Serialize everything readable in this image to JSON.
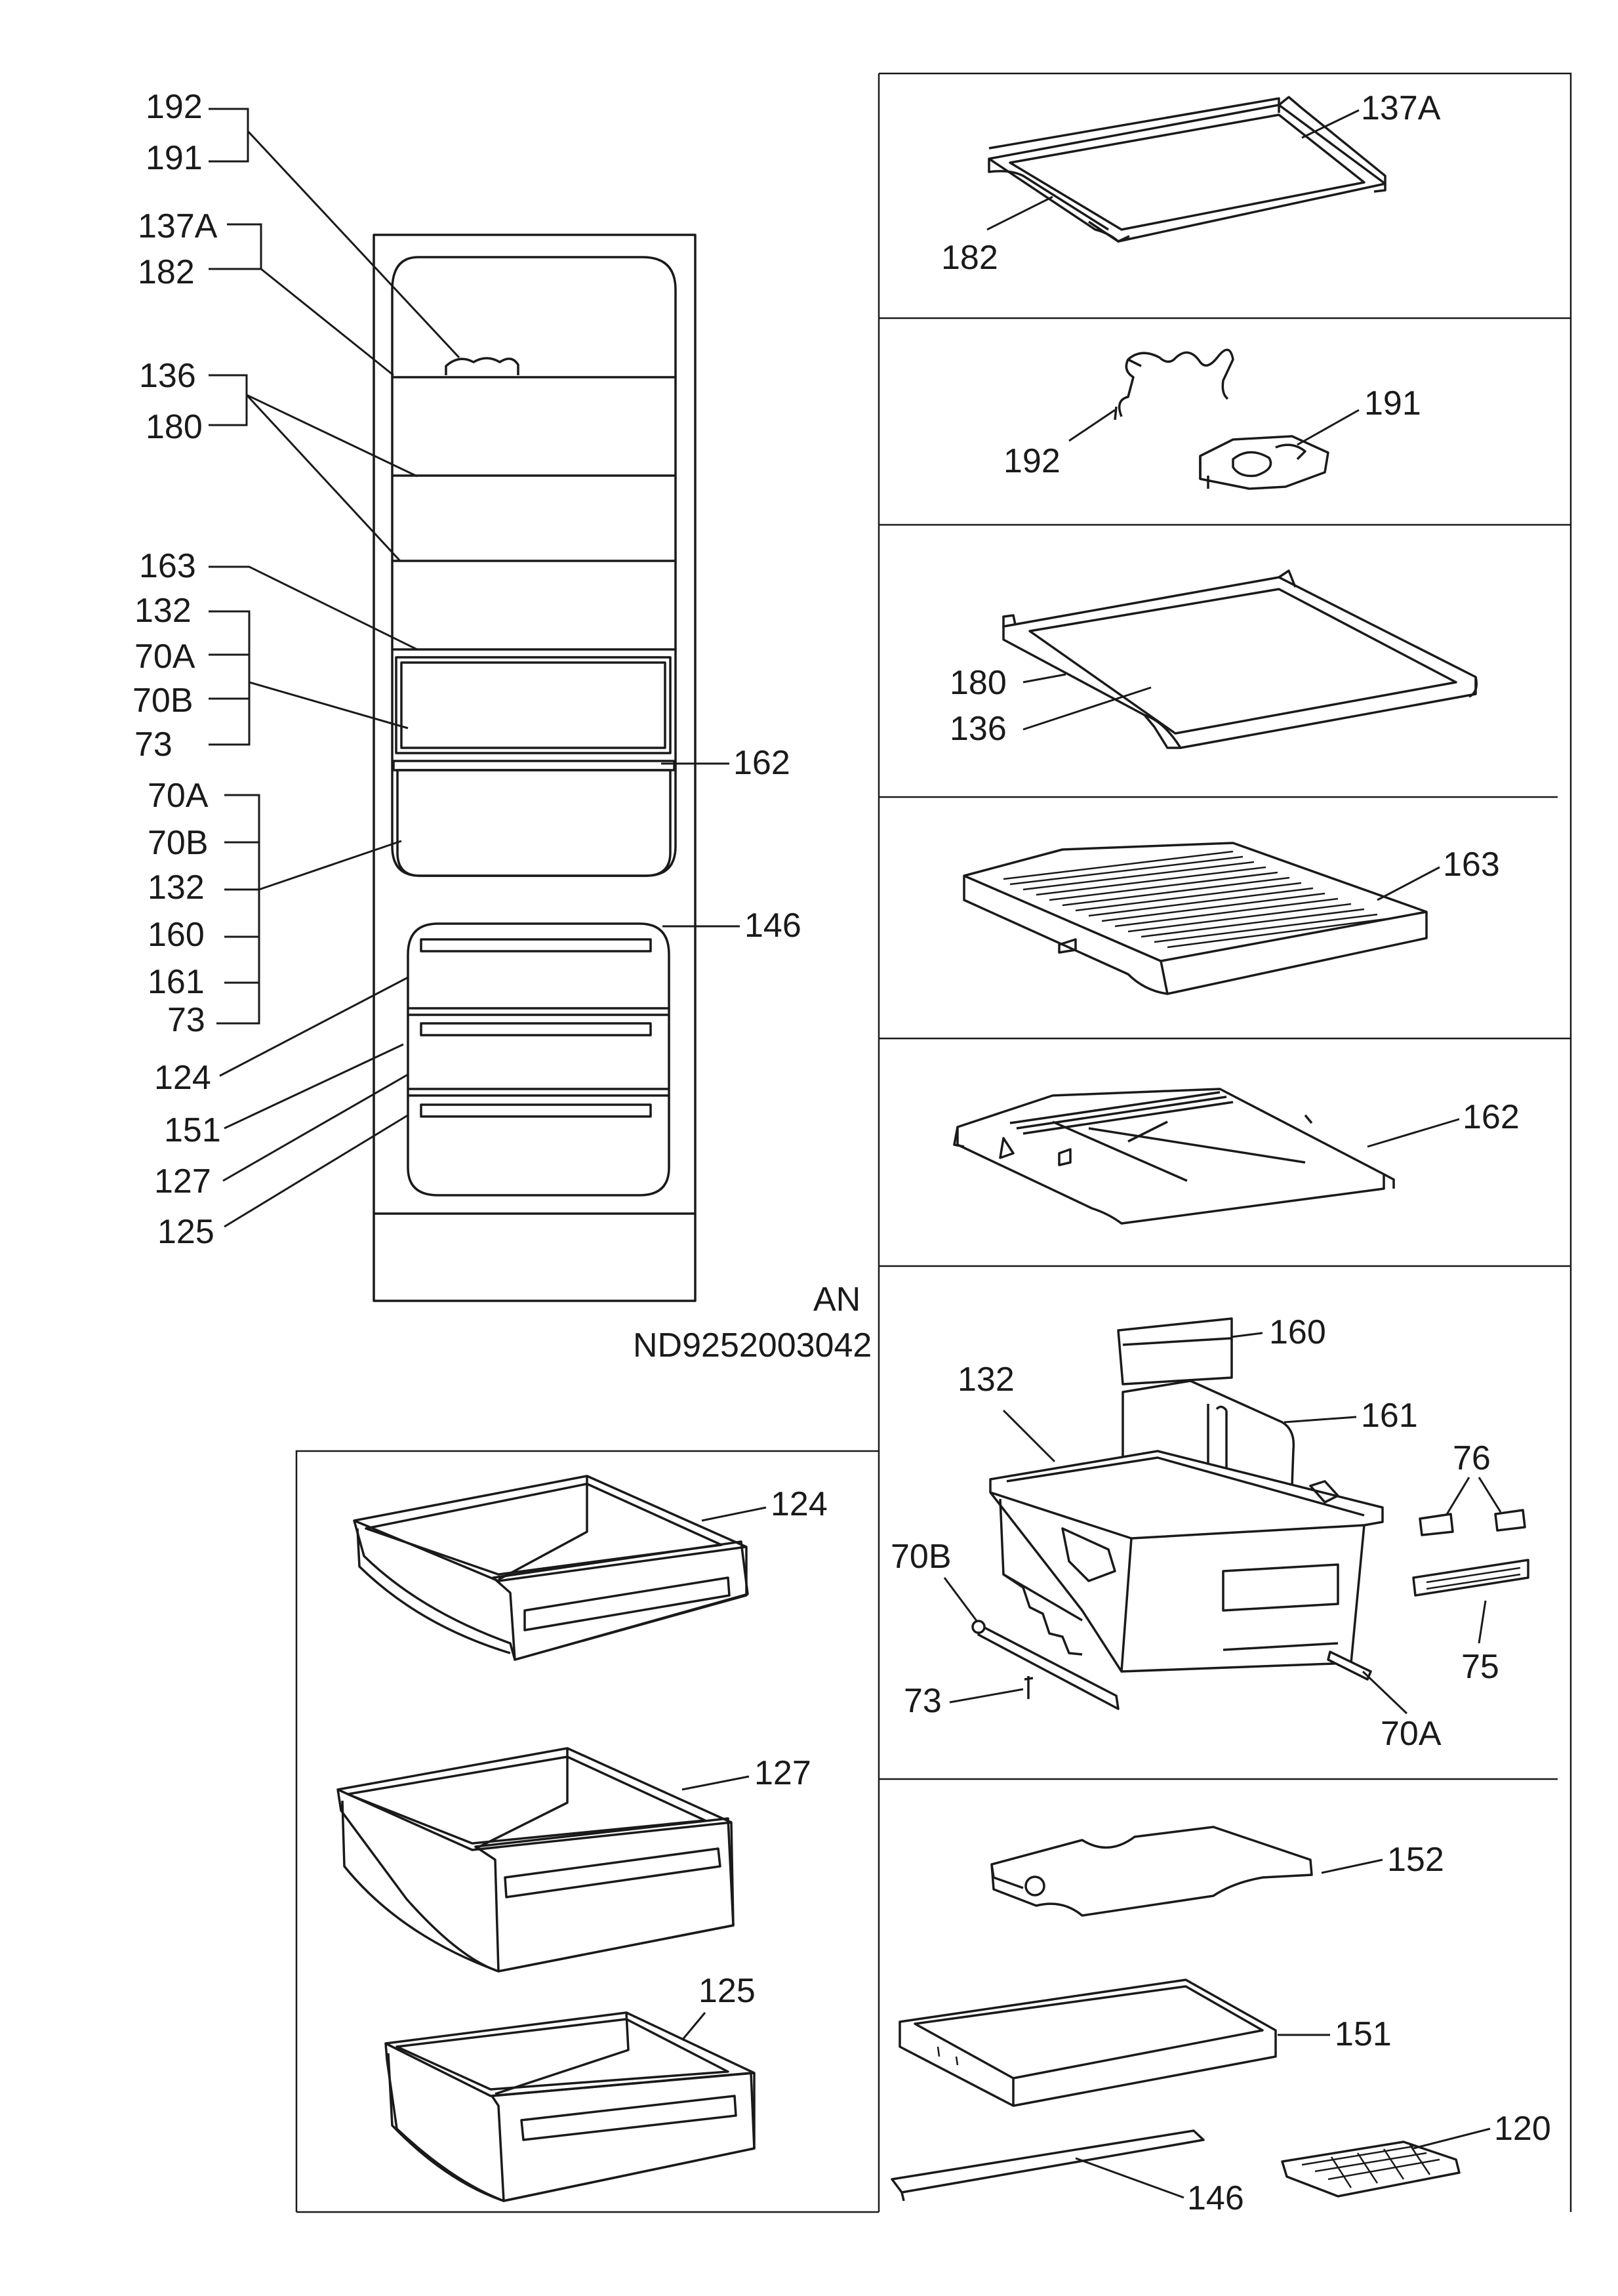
{
  "fridge_labels": {
    "l192": "192",
    "l191": "191",
    "l137a": "137A",
    "l182": "182",
    "l136": "136",
    "l180": "180",
    "l163": "163",
    "l132": "132",
    "l70a": "70A",
    "l70b": "70B",
    "l73": "73",
    "l162": "162",
    "l70a_2": "70A",
    "l70b_2": "70B",
    "l132_2": "132",
    "l160": "160",
    "l161": "161",
    "l73_2": "73",
    "l146": "146",
    "l124": "124",
    "l151": "151",
    "l127": "127",
    "l125": "125"
  },
  "drawing_code": {
    "variant": "AN",
    "number": "ND9252003042"
  },
  "shelf_panel": {
    "l137a": "137A",
    "l182": "182"
  },
  "bracket_panel": {
    "l192": "192",
    "l191": "191"
  },
  "glass_panel": {
    "l180": "180",
    "l136": "136"
  },
  "cover_panel": {
    "l163": "163"
  },
  "cover2_panel": {
    "l162": "162"
  },
  "crisper_panel": {
    "l160": "160",
    "l132": "132",
    "l161": "161",
    "l76": "76",
    "l70b": "70B",
    "l73": "73",
    "l75": "75",
    "l70a": "70A"
  },
  "freezer_panel": {
    "l152": "152",
    "l151": "151",
    "l120": "120",
    "l146": "146"
  },
  "drawer_panel": {
    "l124": "124",
    "l127": "127",
    "l125": "125"
  }
}
